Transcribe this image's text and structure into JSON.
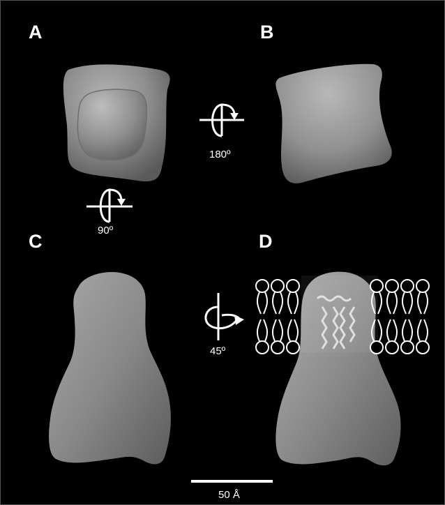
{
  "panels": {
    "a": {
      "label": "A"
    },
    "b": {
      "label": "B"
    },
    "c": {
      "label": "C"
    },
    "d": {
      "label": "D"
    }
  },
  "rotations": {
    "top": {
      "angle": "180º"
    },
    "left": {
      "angle": "90º"
    },
    "middle": {
      "angle": "45º"
    }
  },
  "scale_bar": {
    "label": "50 Å"
  },
  "colors": {
    "background": "#000000",
    "surface": "#8a8a8a",
    "annotation": "#ffffff"
  }
}
